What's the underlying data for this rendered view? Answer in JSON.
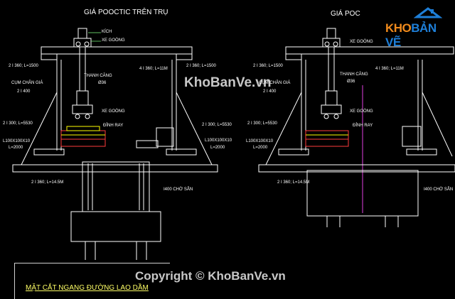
{
  "left_view": {
    "title": "GIÁ POOCTIC TRÊN TRỤ",
    "labels": {
      "kich": "KÍCH",
      "xe_goong_top": "XE GOÒNG",
      "beam_left": "2 I 360; L=1500",
      "beam_right": "2 I 360; L=1500",
      "top_beam": "4 I 360; L=11M",
      "cum_chan_gia": "CỤM CHÂN GIÁ",
      "cum_size": "2 I 400",
      "thanh_cang": "THANH CĂNG",
      "thanh_cang_size": "Ø36",
      "xe_goong_mid": "XE GOÒNG",
      "dinh_ray": "ĐỈNH RAY",
      "brace_left": "2 I 300; L=5530",
      "brace_right": "2 I 300; L=5530",
      "angle_left_1": "L100X100X10",
      "angle_left_2": "L=2000",
      "angle_right_1": "L100X100X10",
      "angle_right_2": "L=2000",
      "base_beam": "2 I 360; L=14.5M",
      "i400": "I400 CHỜ SẴN"
    }
  },
  "right_view": {
    "title": "GIÁ POC",
    "labels": {
      "xe_goong_top": "XE GOÒNG",
      "beam_left": "2 I 360; L=1500",
      "top_beam": "4 I 360; L=11M",
      "cum_chan_gia": "CỤM CHÂN GIÁ",
      "cum_size": "2 I 400",
      "thanh_cang": "THANH CĂNG",
      "thanh_cang_size": "Ø36",
      "xe_goong_mid": "XE GOÒNG",
      "dinh_ray": "ĐỈNH RAY",
      "brace_left": "2 I 300; L=5530",
      "angle_left_1": "L100X100X10",
      "angle_left_2": "L=2000",
      "base_beam": "2 I 360; L=14.5M",
      "i400": "I400 CHỜ SẴN"
    }
  },
  "logo": {
    "text_k": "KHO",
    "text_rest": "BẢN VẼ",
    "icon": "house-icon"
  },
  "watermark_mid": "KhoBanVe.vn",
  "watermark_bottom": "Copyright © KhoBanVe.vn",
  "drawing_title": "MẶT CẮT NGANG ĐƯỜNG LAO DẦM",
  "colors": {
    "background": "#000000",
    "structure": "#ffffff",
    "leader": "#7fff7f",
    "accent_red": "#ff3b3b",
    "accent_yellow": "#ffff00",
    "accent_magenta": "#e040e0",
    "logo_blue": "#1e7fd8",
    "logo_orange": "#f08a1c"
  }
}
